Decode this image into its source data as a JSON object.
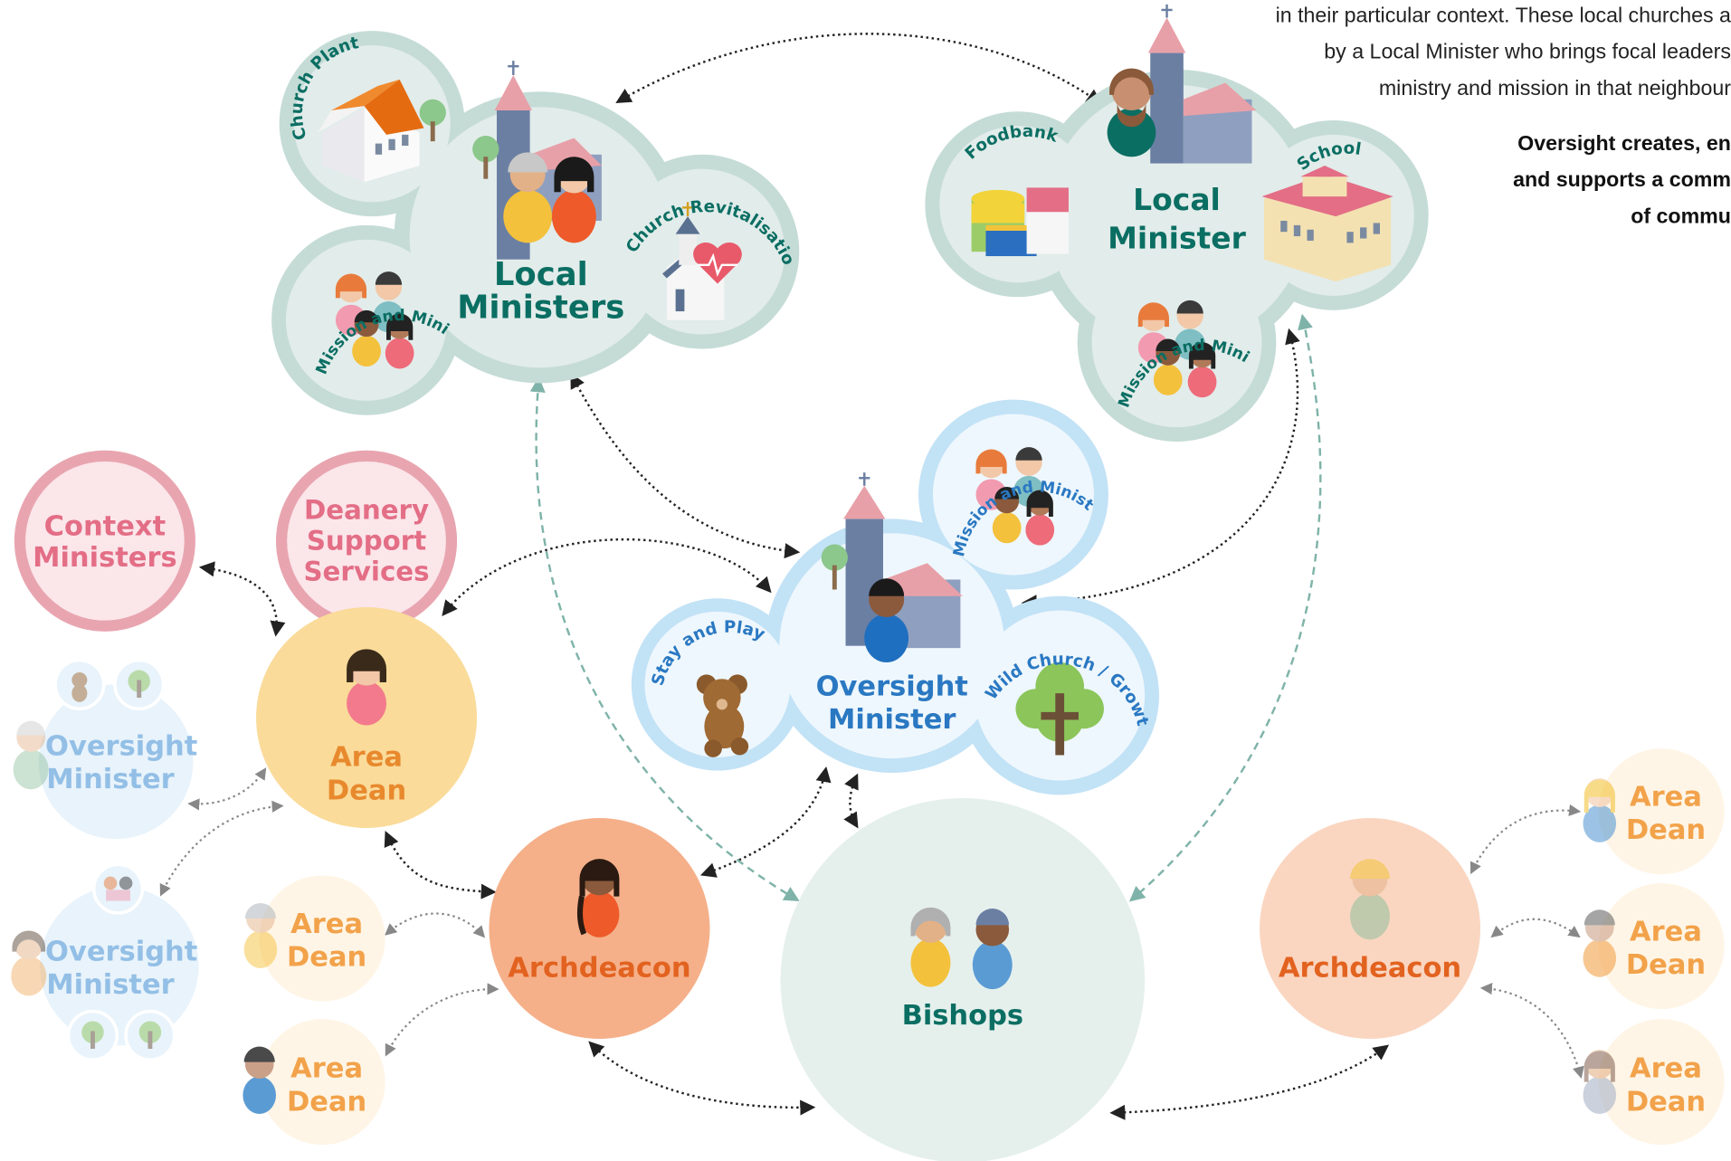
{
  "colors": {
    "teal": "#0b6e63",
    "blue": "#2a78c2",
    "orange": "#e8892d",
    "pink": "#e36e86",
    "rust": "#e2621f",
    "bishops_fill": "#e5f0ed",
    "local_fill": "#e2ecea",
    "local_border": "#c5dcd6",
    "oversight_fill": "#eef7fd",
    "oversight_border": "#c2e2f6",
    "area_dean_main": "#fadb9a",
    "area_dean_light": "#fff5e6",
    "archdeacon_main": "#f5b08a",
    "archdeacon_light": "#fad6c1",
    "context_border": "#e8a5b0",
    "context_fill": "#fbe6ea"
  },
  "text_block": {
    "line1": "in their particular context. These local churches a",
    "line2": "by a Local Minister who brings focal leaders",
    "line3": "ministry and mission in that neighbour",
    "bold1": "Oversight creates, en",
    "bold2": "and supports a comm",
    "bold3": "of commu"
  },
  "local_left": {
    "title1": "Local",
    "title2": "Ministers",
    "church_plant": "Church Plant",
    "revitalisation": "Church Revitalisation",
    "mission_team": "Mission and Ministry team"
  },
  "local_right": {
    "title1": "Local",
    "title2": "Minister",
    "foodbank": "Foodbank",
    "school": "School",
    "mission_team": "Mission and Ministry team"
  },
  "oversight_center": {
    "title1": "Oversight",
    "title2": "Minister",
    "stay_play": "Stay and Play",
    "wild_church": "Wild Church / Growth",
    "mission_team": "Mission and Ministry team"
  },
  "context_ministers": {
    "line1": "Context",
    "line2": "Ministers"
  },
  "deanery": {
    "line1": "Deanery",
    "line2": "Support",
    "line3": "Services"
  },
  "area_dean_main": {
    "line1": "Area",
    "line2": "Dean"
  },
  "oversight_left_1": {
    "line1": "Oversight",
    "line2": "Minister"
  },
  "oversight_left_2": {
    "line1": "Oversight",
    "line2": "Minister"
  },
  "area_dean_small_1": {
    "line1": "Area",
    "line2": "Dean"
  },
  "area_dean_small_2": {
    "line1": "Area",
    "line2": "Dean"
  },
  "archdeacon_left": {
    "label": "Archdeacon"
  },
  "bishops": {
    "label": "Bishops"
  },
  "archdeacon_right": {
    "label": "Archdeacon"
  },
  "area_dean_right_1": {
    "line1": "Area",
    "line2": "Dean"
  },
  "area_dean_right_2": {
    "line1": "Area",
    "line2": "Dean"
  },
  "area_dean_right_3": {
    "line1": "Area",
    "line2": "Dean"
  }
}
